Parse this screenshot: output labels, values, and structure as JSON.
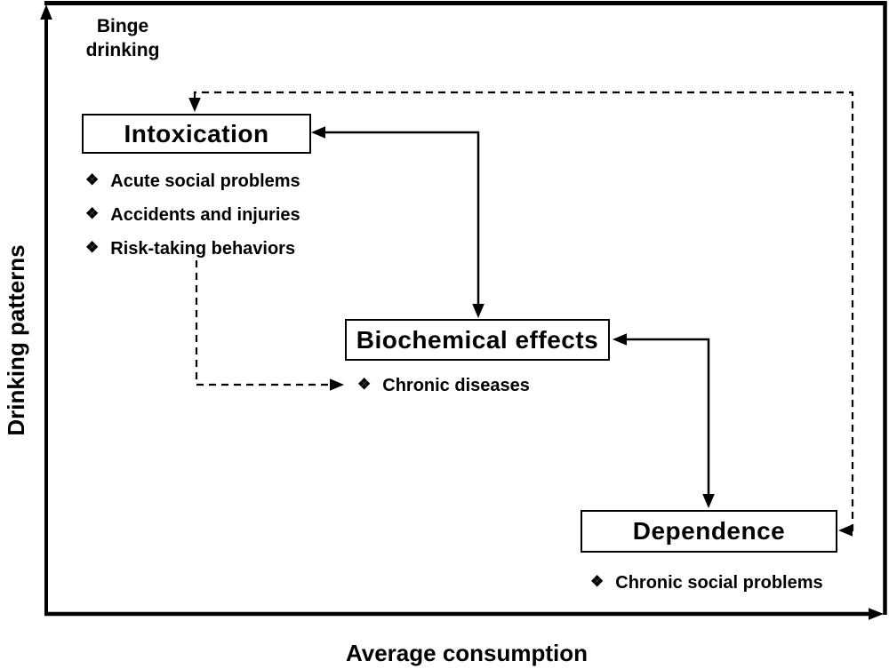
{
  "figure_colors": {
    "ink": "#000000",
    "background": "#ffffff"
  },
  "axes": {
    "y_label": "Drinking patterns",
    "x_label": "Average consumption"
  },
  "annotations": {
    "binge": "Binge drinking"
  },
  "bullet_glyph": "❖",
  "nodes": {
    "intoxication": {
      "label": "Intoxication",
      "bullets": [
        "Acute social problems",
        "Accidents and injuries",
        "Risk-taking behaviors"
      ]
    },
    "biochemical": {
      "label": "Biochemical effects",
      "bullets": [
        "Chronic diseases"
      ]
    },
    "dependence": {
      "label": "Dependence",
      "bullets": [
        "Chronic social problems"
      ]
    }
  }
}
